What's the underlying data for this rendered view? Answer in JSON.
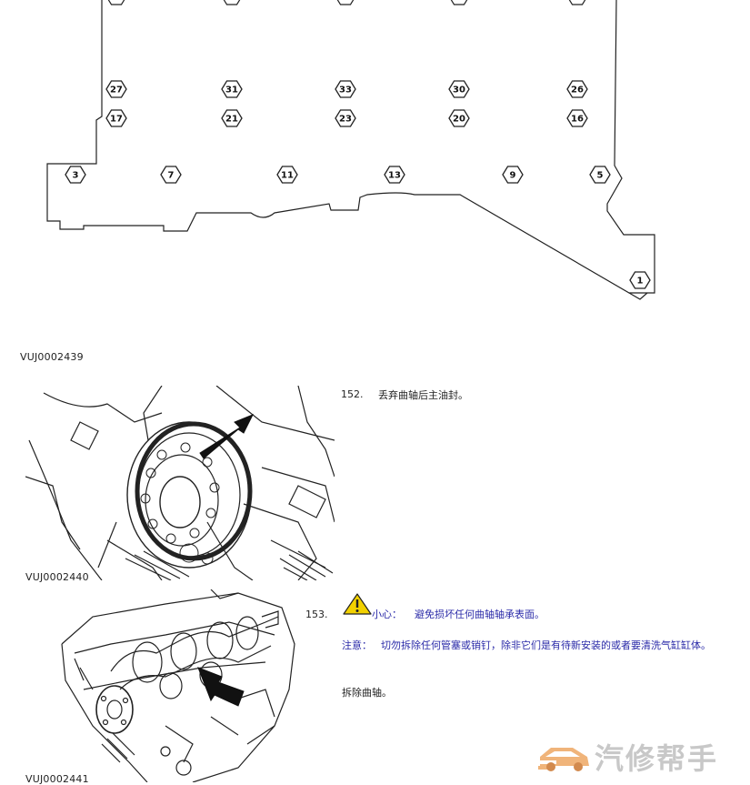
{
  "figures": [
    {
      "caption": "VUJ0002439"
    },
    {
      "caption": "VUJ0002440"
    },
    {
      "caption": "VUJ0002441"
    }
  ],
  "bolt_sequence": {
    "labels": [
      "27",
      "31",
      "33",
      "30",
      "26",
      "17",
      "21",
      "23",
      "20",
      "16",
      "3",
      "7",
      "11",
      "13",
      "9",
      "5",
      "1"
    ]
  },
  "steps": [
    {
      "number": "152.",
      "text": "丢弃曲轴后主油封。"
    },
    {
      "number": "153.",
      "caution_label": "小心：",
      "caution_text": "避免损坏任何曲轴轴承表面。",
      "note_label": "注意：",
      "note_text": "切勿拆除任何管塞或销钉，除非它们是有待新安装的或者要清洗气缸缸体。",
      "action_text": "拆除曲轴。"
    }
  ],
  "watermark": {
    "text": "汽修帮手",
    "icon": "car-logo-icon"
  },
  "colors": {
    "text": "#222222",
    "caution": "#2a2aa8",
    "warning_icon": "#f2d100",
    "watermark": "#c8c8c8"
  }
}
